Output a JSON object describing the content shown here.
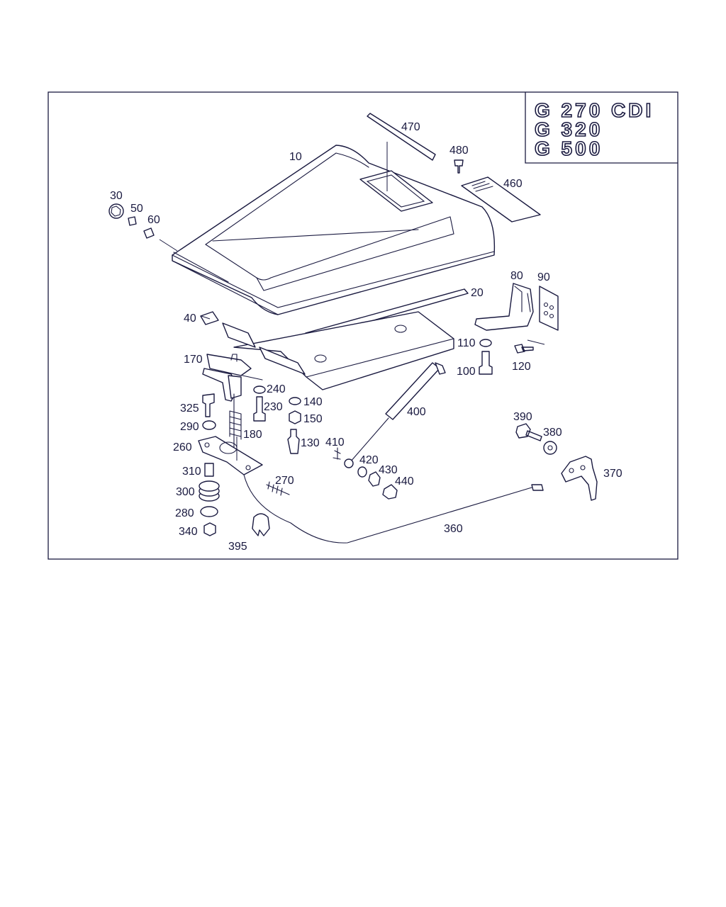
{
  "model_box": {
    "lines": [
      "G 270 CDI",
      "G 320",
      "G 500"
    ]
  },
  "callouts": {
    "c10": "10",
    "c20": "20",
    "c30": "30",
    "c40": "40",
    "c50": "50",
    "c60": "60",
    "c80": "80",
    "c90": "90",
    "c100": "100",
    "c110": "110",
    "c120": "120",
    "c130": "130",
    "c140": "140",
    "c150": "150",
    "c170": "170",
    "c180": "180",
    "c230": "230",
    "c240": "240",
    "c260": "260",
    "c270": "270",
    "c280": "280",
    "c290": "290",
    "c300": "300",
    "c310": "310",
    "c325": "325",
    "c340": "340",
    "c360": "360",
    "c370": "370",
    "c380": "380",
    "c390": "390",
    "c395": "395",
    "c400": "400",
    "c410": "410",
    "c420": "420",
    "c430": "430",
    "c440": "440",
    "c460": "460",
    "c470": "470",
    "c480": "480"
  },
  "colors": {
    "ink": "#1a1a40",
    "paper": "#ffffff"
  }
}
